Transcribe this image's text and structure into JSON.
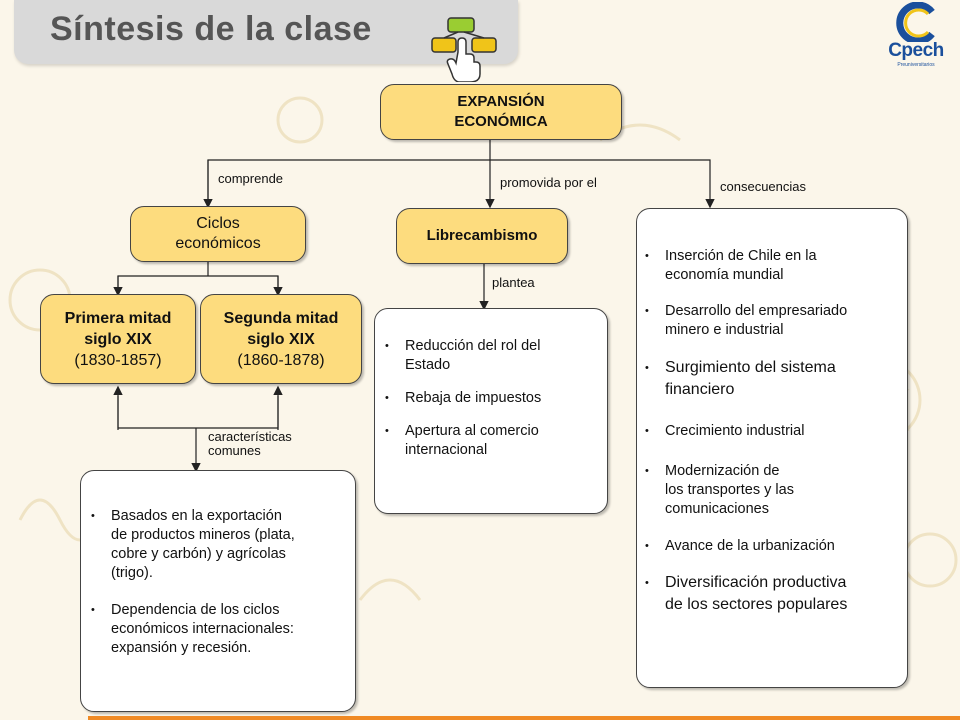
{
  "header": {
    "title": "Síntesis de la clase",
    "icon": "clicking-hand-flowchart-icon"
  },
  "logo": {
    "text": "Cpech",
    "sub": "Preuniversitarios"
  },
  "nodes": {
    "root": [
      "EXPANSIÓN",
      "ECONÓMICA"
    ],
    "ciclos": [
      "Ciclos",
      "económicos"
    ],
    "libre": "Librecambismo",
    "primera": [
      "Primera mitad",
      "siglo XIX",
      "(1830-1857)"
    ],
    "segunda": [
      "Segunda mitad",
      "siglo XIX",
      "(1860-1878)"
    ]
  },
  "edge_labels": {
    "comprende": "comprende",
    "promovida": "promovida por el",
    "consecuencias": "consecuencias",
    "plantea": "plantea",
    "caracteristicas": [
      "características",
      "comunes"
    ]
  },
  "lists": {
    "plantea_items": [
      [
        "Reducción del rol del",
        "Estado"
      ],
      [
        "Rebaja de impuestos"
      ],
      [
        "Apertura al comercio",
        "internacional"
      ]
    ],
    "caracteristicas_items": [
      [
        "Basados en la exportación",
        "de productos mineros (plata,",
        "cobre y carbón) y agrícolas",
        "(trigo)."
      ],
      [
        "Dependencia de los ciclos",
        "económicos internacionales:",
        "expansión y recesión."
      ]
    ],
    "consecuencias_items": [
      [
        "Inserción de Chile en la",
        "economía mundial"
      ],
      [
        "Desarrollo del empresariado",
        "minero e industrial"
      ],
      [
        "Surgimiento del sistema",
        "financiero"
      ],
      [
        "Crecimiento industrial"
      ],
      [
        "Modernización de",
        "los transportes y las",
        "comunicaciones"
      ],
      [
        "Avance de la urbanización"
      ],
      [
        "Diversificación productiva",
        "de los sectores populares"
      ]
    ]
  },
  "colors": {
    "node_fill": "#fddc7e",
    "accent_line": "#f08a24",
    "logo_blue": "#1a4f9c"
  }
}
